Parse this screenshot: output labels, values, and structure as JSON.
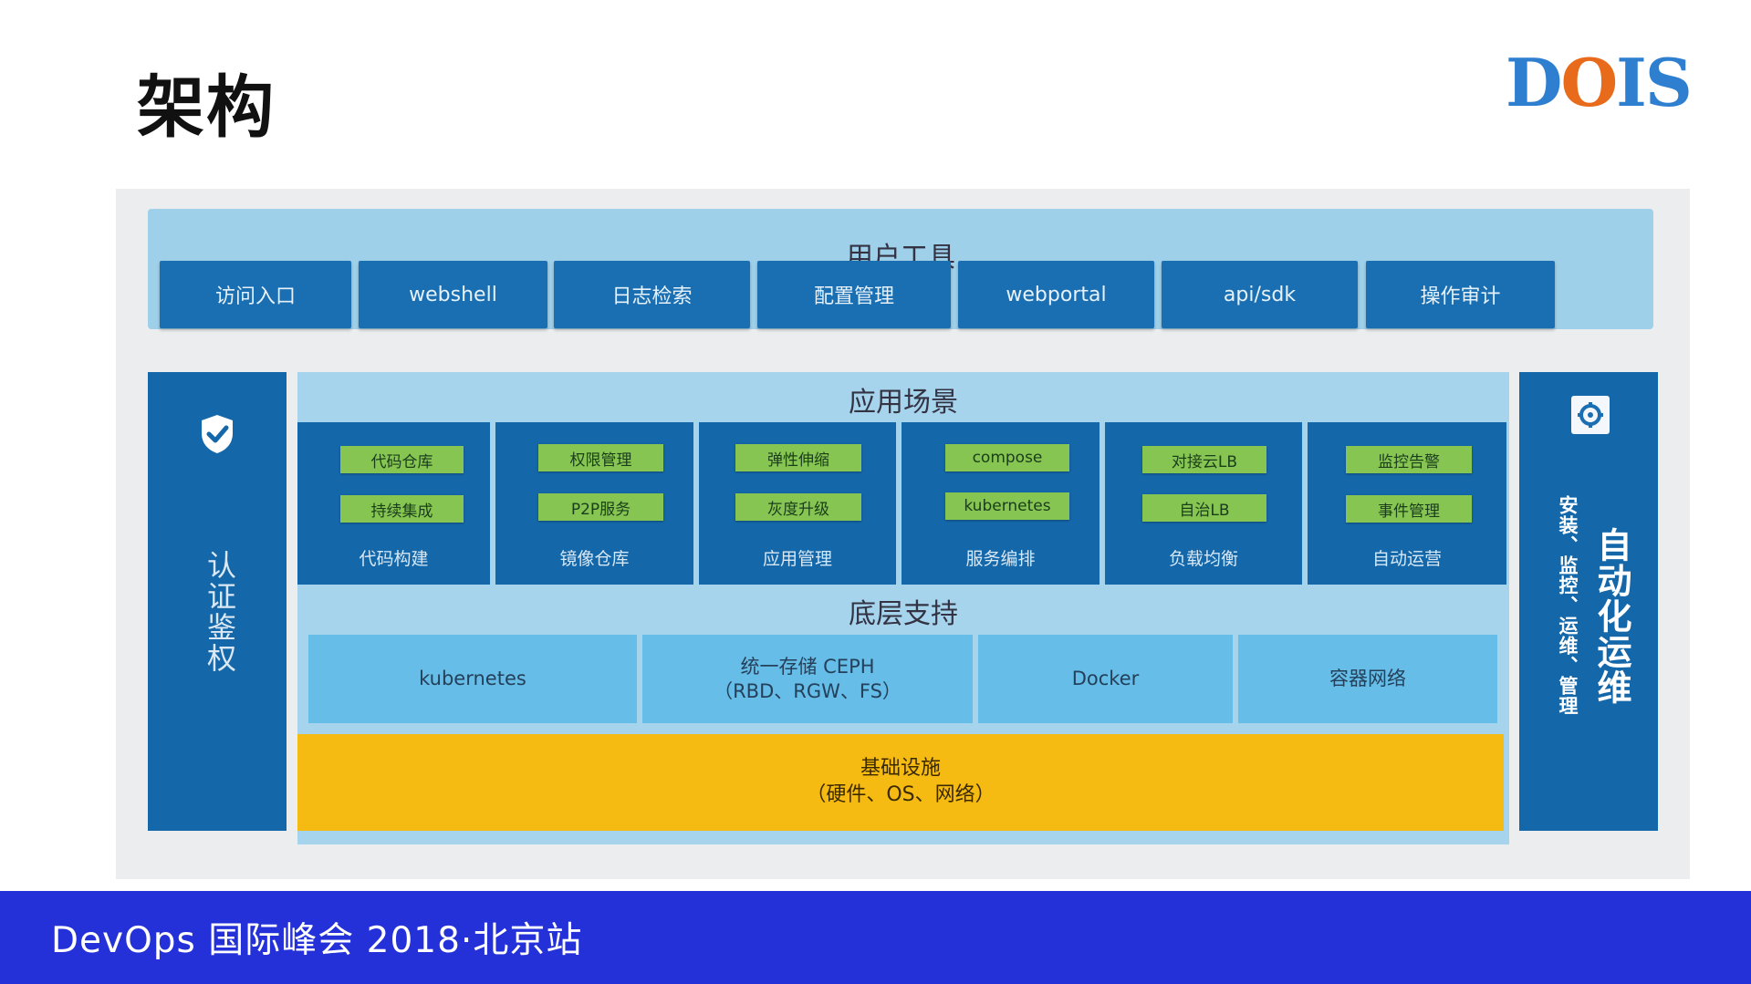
{
  "slide": {
    "title": "架构"
  },
  "logo": {
    "part1": "D",
    "part2": "O",
    "part3": "IS"
  },
  "user_tools": {
    "title": "用户工具",
    "items": [
      "访问入口",
      "webshell",
      "日志检索",
      "配置管理",
      "webportal",
      "api/sdk",
      "操作审计"
    ]
  },
  "auth": {
    "label": "认证鉴权"
  },
  "ops": {
    "title": "自动化运维",
    "subtitle": "安装、监控、运维、管理"
  },
  "scenarios": {
    "title": "应用场景",
    "groups": [
      {
        "chips": [
          "代码仓库",
          "持续集成"
        ],
        "label": "代码构建"
      },
      {
        "chips": [
          "权限管理",
          "P2P服务"
        ],
        "label": "镜像仓库"
      },
      {
        "chips": [
          "弹性伸缩",
          "灰度升级"
        ],
        "label": "应用管理"
      },
      {
        "chips": [
          "compose",
          "kubernetes"
        ],
        "label": "服务编排"
      },
      {
        "chips": [
          "对接云LB",
          "自治LB"
        ],
        "label": "负载均衡"
      },
      {
        "chips": [
          "监控告警",
          "事件管理"
        ],
        "label": "自动运营"
      }
    ]
  },
  "support": {
    "title": "底层支持",
    "items": [
      {
        "line1": "kubernetes",
        "line2": ""
      },
      {
        "line1": "统一存储 CEPH",
        "line2": "（RBD、RGW、FS）"
      },
      {
        "line1": "Docker",
        "line2": ""
      },
      {
        "line1": "容器网络",
        "line2": ""
      }
    ]
  },
  "infra": {
    "line1": "基础设施",
    "line2": "（硬件、OS、网络）"
  },
  "footer": {
    "text": "DevOps 国际峰会 2018·北京站"
  },
  "colors": {
    "dark_blue": "#1467a9",
    "light_blue": "#a6d4ec",
    "chip_green": "#86c552",
    "infra_yellow": "#f6bb12",
    "footer_blue": "#2431d9"
  }
}
